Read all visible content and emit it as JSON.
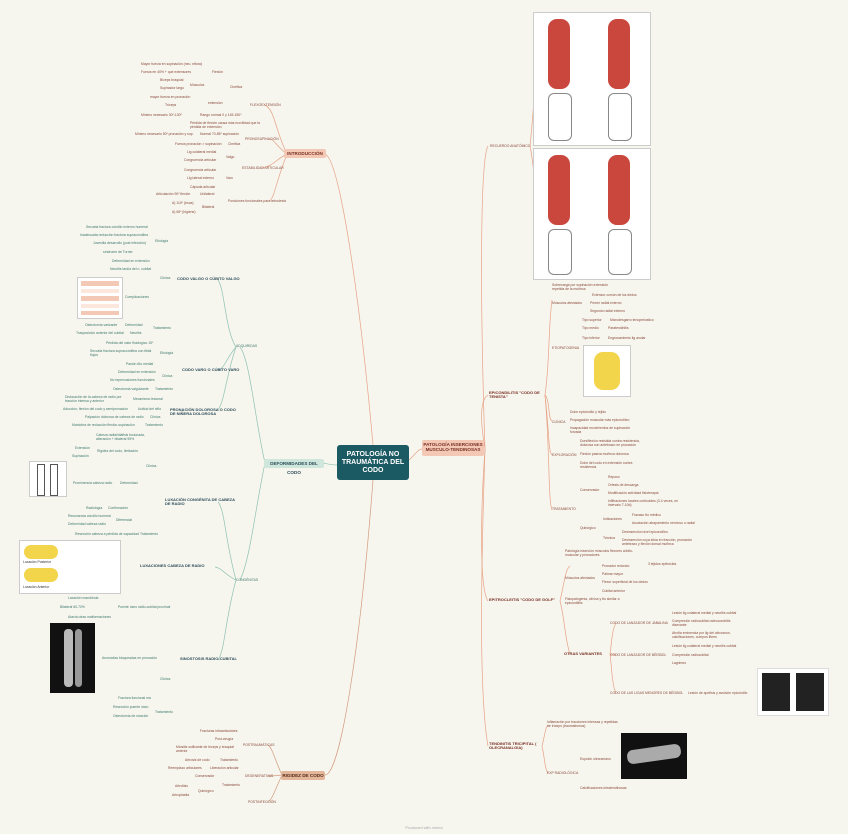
{
  "center": {
    "title": "PATOLOGÍA NO TRAUMÁTICA DEL CODO"
  },
  "colors": {
    "center": "#1c5a63",
    "intro": "#f3c9b5",
    "deform": "#cfe6dd",
    "rigidez": "#e3b79c",
    "insercion": "#f3c9b5"
  },
  "intro": {
    "label": "INTRODUCCIÓN",
    "flexo": "FLEXOEXTENSIÓN",
    "cinetica": "Cinética",
    "flexion": "Flexión",
    "extension": "extensión",
    "musculos": "Músculos",
    "items": [
      "Mayor fuerza en supinación (neu. elbow)",
      "Fuerza en 40% + que extensores",
      "Bíceps braquial",
      "Supinador largo",
      "mayor fuerza en pronación",
      "Tríceps",
      "Mínimo necesario 30º-130º",
      "Rango normal 0 y 145-150º",
      "Pérdida de flexión causa más movilidad que la pérdida de extensión"
    ],
    "pronosup": "PRONOSUPINACIÓN",
    "pronosup_items": [
      "Mínimo necesario 50º pronación y sup.",
      "Normal 70-85º supinación",
      "Fuerza pronación > supinación",
      "Cinética"
    ],
    "estabilidad": "ESTABILIDAD ARTICULAR",
    "estab_items": [
      "Lig colateral medial",
      "Valgo",
      "Congruencia articular",
      "Congruencia articular",
      "Varo",
      "Lig lateral externo",
      "Cápsula articular"
    ],
    "posiciones": "Posiciones funcionales para artrodesis",
    "pos_items": [
      "Articulación 90º flexión",
      "Unilateral",
      "A) 110º (boca)",
      "Bilateral",
      "A) 65º (higiene)"
    ]
  },
  "deform": {
    "label": "DEFORMIDADES DEL CODO",
    "adquiridas": "ADQUIRIDAS",
    "congenitas": "CONGÉNITAS",
    "valgo": "CODO VALGO O CÚBITO VALGO",
    "valgo_items": [
      "Secuela fractura cóndilo externo humeral",
      "Inadecuada reducción fractura supracondílea",
      "Juvenilia desarrollo (post infección)",
      "síndrome de Turner",
      "Deformidad en extensión",
      "Neuritis tardía del n. cubital",
      "Clínica",
      "Complicaciones",
      "Etiología",
      "Osteotomía varizante",
      "Deformidad",
      "Trasposición anterior del cubital",
      "Neuritis",
      "Tratamiento"
    ],
    "varo": "CODO VARO O CÚBITO VARO",
    "varo_items": [
      "Pérdida del valor fisiológico 15º",
      "Secuela fractura supracondílea con tibial flojos",
      "Etiología",
      "Pasión Ato medial",
      "Deformidad en extensión",
      "No repercusiones funcionales",
      "Clínica",
      "Osteotomía valguizante",
      "Tratamiento"
    ],
    "pronacion": "PRONACIÓN DOLOROSA O CODO DE NIÑERA DOLOROSA",
    "pron_items": [
      "Dislocación de la cabeza de radio por tracción intensa y anterior",
      "Mecanismo lesional",
      "Aducción, flexión del codo y semipronación",
      "Actitud del niño",
      "Palpación dolorosa de cabeza de radio",
      "Clínica",
      "Maniobra de reducción flexión-supinación",
      "Tratamiento"
    ],
    "luxacion_cong": "LUXACIÓN CONGÉNITA DE CABEZA DE RADIO",
    "lux_items": [
      "Cabeza radial/diáfisis fusionada, alteración + bilateral 95%",
      "Extensión",
      "Supinación",
      "Rigidez del codo, limitación",
      "Prominencia cabeza radio",
      "Clínica",
      "Deformidad",
      "Radiología",
      "Confirmación",
      "Resonancia cóndilo humeral",
      "Diferencial",
      "Deformidad cabeza radio",
      "Resección cabeza a pérdida de capacidad",
      "Tratamiento"
    ],
    "lux_cabeza": "LUXACIONES CABEZA DE RADIO",
    "lux_anterior": "Luxación Anterior",
    "lux_posterior": "Luxación Posterior",
    "sinostosis": "SINOSTOSIS RADIO-CUBITAL",
    "sin_items": [
      "Laxación mandíbula",
      "Bilateral 60-70%",
      "Puente óseo radio-cubital proximal",
      "Atavía otras malformaciones",
      "Anomalías bloqueadas en pronación",
      "Clínica",
      "Fractura funcional ma",
      "Resección puente óseo",
      "Osteotomía de rotación",
      "Tratamiento"
    ]
  },
  "rigidez": {
    "label": "RIGIDEZ DE CODO",
    "postraumaticas": "POSTRAUMÁTICAS",
    "postraum_items": [
      "Fracturas intraarticulares",
      "Post-cirugía",
      "Miositis osificante de bíceps y braquial anterior",
      "Artrosis de codo",
      "Tratamiento",
      "Reemplazo articulares",
      "Liberación articular"
    ],
    "degenerativas": "DEGENERATIVAS",
    "degen_items": [
      "Conservador",
      "Tratamiento",
      "Artrolisis",
      "Quirúrgico",
      "Artroplastia"
    ],
    "postinfeccion": "POSTINFECCIÓN"
  },
  "insercion": {
    "label": "PATOLOGÍA INSERCIONES MUSCULO-TENDINOSAS",
    "recuerdo": "RECUERDO ANATÓMICO",
    "epicondilitis": "EPICONDILITIS \"CODO DE TENISTA\"",
    "epi_items": [
      "Sobrecarga por supinación extensión repetida de la muñeca",
      "Músculos afectados",
      "Extensor común de los dedos",
      "Primer radial externo",
      "Segundo radial externo",
      "ETIOPATOGENIA",
      "Tipo superior",
      "Microdesgarro tenoperiostico",
      "Tipo medio",
      "Paratendinitis",
      "Tipo inferior",
      "Engrosamiento lig anular",
      "CLÍNICA",
      "Dolor epicóndilo y tejido",
      "Propagación muscular más epicondíleo",
      "Incapacidad movimientos de supinación forzada",
      "EXPLORACIÓN",
      "Dorsiflexión resistida contra resistencia, dolorosa con antebrazo en pronación",
      "Flexión pasiva muñeca dolorosa",
      "Dolor del codo en extensión contra resistencia",
      "TRATAMIENTO",
      "Conservador",
      "Reposo",
      "Ortesis de descarga",
      "Modificación actividad fisioterapia",
      "Infiltraciones locales corticoides (3-4 veces, en intervalo 7-10d)",
      "Quirúrgico",
      "Indicaciones",
      "Fracaso tto médico",
      "Asociación atrapamiento nervioso o radial",
      "Técnica",
      "Desinserción nivel epicondíleo",
      "Desinserción cuya sitúa en fracción, pronación antebrazo y flexión dorsal muñeca"
    ],
    "epitroc": "EPITROCLEITIS \"CODO DE GOLF\"",
    "epitroc_items": [
      "Patología inserción músculos flexores cúbito-muscular y pronadores",
      "Músculos afectados",
      "Pronador redondo",
      "Palmar mayor",
      "Flexor superficial de los dedos",
      "Cubital anterior",
      "Fisiopatogenia, clínica y tto similar a epicondilitis",
      "3 tejidos epitróclea"
    ],
    "otras": "OTRAS VARIANTES",
    "otras_items": [
      "CODO DE LANZADOR DE JABALINA",
      "Lesión lig colateral medial y neuritis cubital",
      "Compresión radiocubital osteocondritis disecante",
      "Atrofia eminencia por lig del olécranon, calcificaciones, cuerpos libres",
      "CODO DE LANZADOR DE BÉISBOL",
      "Lesión lig colateral medial y neuritis cubital",
      "Compresión radiocubital",
      "Lagrimeo",
      "CODO DE LAS LIGAS MENORES DE BÉISBOL",
      "Lesión de apófisis y avulsión epicóndilo"
    ],
    "tricipital": "TENDINITIS TRICIPITAL ( OLECRANALGIA)",
    "tric_items": [
      "Inflamación por tracciones intensas y repetidas de tríceps (traumatismos)",
      "EXP RADIOLÓGICA",
      "Espolón olecraniano",
      "Calcificaciones intratendinosas"
    ]
  },
  "footer": "Produced with xmind"
}
